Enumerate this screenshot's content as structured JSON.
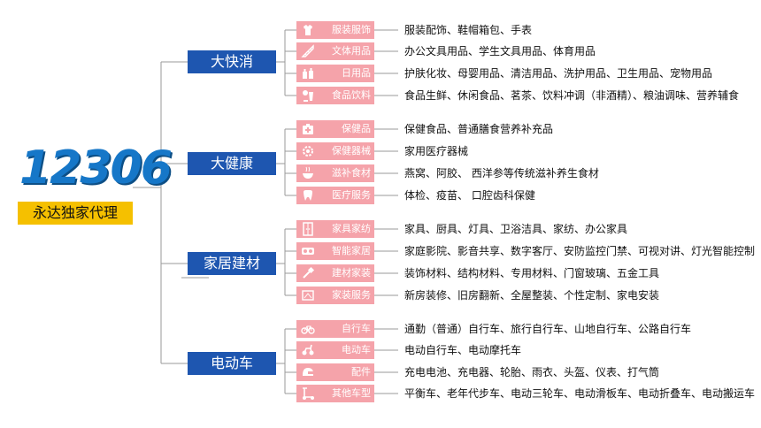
{
  "logo": {
    "number": "12306",
    "tagline": "永达独家代理"
  },
  "colors": {
    "main": "#1e56b0",
    "sub": "#f5a3aa",
    "logo": "#1677c8",
    "tag": "#f5c000",
    "line": "#9a9a9a"
  },
  "categories": [
    {
      "label": "大快消",
      "subs": [
        {
          "label": "服装服饰",
          "icon": "shirt-icon",
          "desc": "服装配饰、鞋帽箱包、手表"
        },
        {
          "label": "文体用品",
          "icon": "ruler-icon",
          "desc": "办公文具用品、学生文具用品、体育用品"
        },
        {
          "label": "日用品",
          "icon": "bottles-icon",
          "desc": "护肤化妆、母婴用品、清洁用品、洗护用品、卫生用品、宠物用品"
        },
        {
          "label": "食品饮料",
          "icon": "drink-icon",
          "desc": "食品生鲜、休闲食品、茗茶、饮料冲调（非酒精）、粮油调味、营养辅食"
        }
      ]
    },
    {
      "label": "大健康",
      "subs": [
        {
          "label": "保健品",
          "icon": "medkit-icon",
          "desc": "保健食品、普通膳食营养补充品"
        },
        {
          "label": "保健器械",
          "icon": "gear-icon",
          "desc": "家用医疗器械"
        },
        {
          "label": "滋补食材",
          "icon": "bowl-icon",
          "desc": "燕窝、阿胶、 西洋参等传统滋补养生食材"
        },
        {
          "label": "医疗服务",
          "icon": "tooth-icon",
          "desc": "体检、疫苗、 口腔齿科保健"
        }
      ]
    },
    {
      "label": "家居建材",
      "subs": [
        {
          "label": "家具家纺",
          "icon": "wardrobe-icon",
          "desc": "家具、厨具、灯具、卫浴洁具、家纺、办公家具"
        },
        {
          "label": "智能家居",
          "icon": "vr-icon",
          "desc": "家庭影院、影音共享、数字客厅、安防监控门禁、可视对讲、灯光智能控制"
        },
        {
          "label": "建材家装",
          "icon": "brush-icon",
          "desc": "装饰材料、结构材料、专用材料、门窗玻璃、五金工具"
        },
        {
          "label": "家装服务",
          "icon": "tools-icon",
          "desc": "新房装修、旧房翻新、全屋整装、个性定制、家电安装"
        }
      ]
    },
    {
      "label": "电动车",
      "subs": [
        {
          "label": "自行车",
          "icon": "bicycle-icon",
          "desc": "通勤（普通）自行车、旅行自行车、山地自行车、公路自行车"
        },
        {
          "label": "电动车",
          "icon": "scooter-icon",
          "desc": "电动自行车、电动摩托车"
        },
        {
          "label": "配件",
          "icon": "helmet-icon",
          "desc": "充电电池、充电器、轮胎、雨衣、头盔、仪表、打气筒"
        },
        {
          "label": "其他车型",
          "icon": "kickscooter-icon",
          "desc": "平衡车、老年代步车、电动三轮车、电动滑板车、电动折叠车、电动搬运车"
        }
      ]
    }
  ]
}
